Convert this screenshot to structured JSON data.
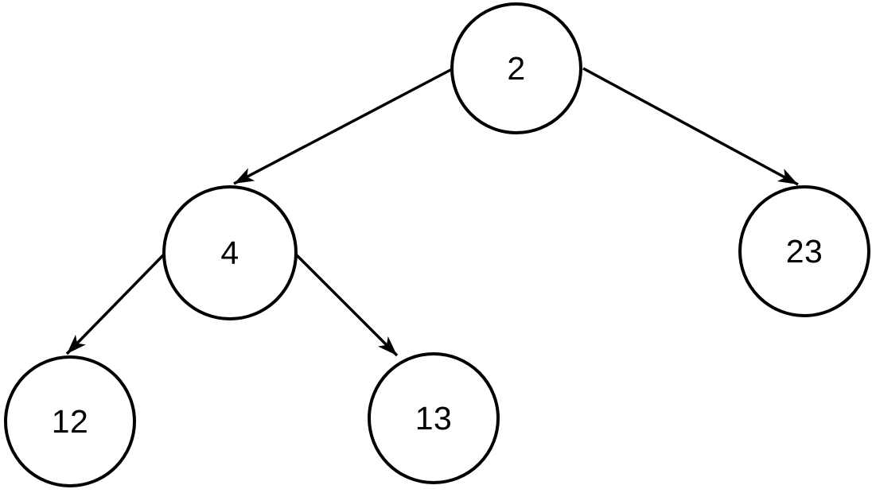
{
  "diagram": {
    "type": "binary-tree",
    "colors": {
      "stroke": "#000000",
      "background": "#ffffff"
    },
    "nodes": [
      {
        "id": "root",
        "label": "2"
      },
      {
        "id": "left",
        "label": "4"
      },
      {
        "id": "right",
        "label": "23"
      },
      {
        "id": "left-left",
        "label": "12"
      },
      {
        "id": "left-right",
        "label": "13"
      }
    ],
    "edges": [
      {
        "from": "2",
        "to": "4"
      },
      {
        "from": "2",
        "to": "23"
      },
      {
        "from": "4",
        "to": "12"
      },
      {
        "from": "4",
        "to": "13"
      }
    ]
  }
}
